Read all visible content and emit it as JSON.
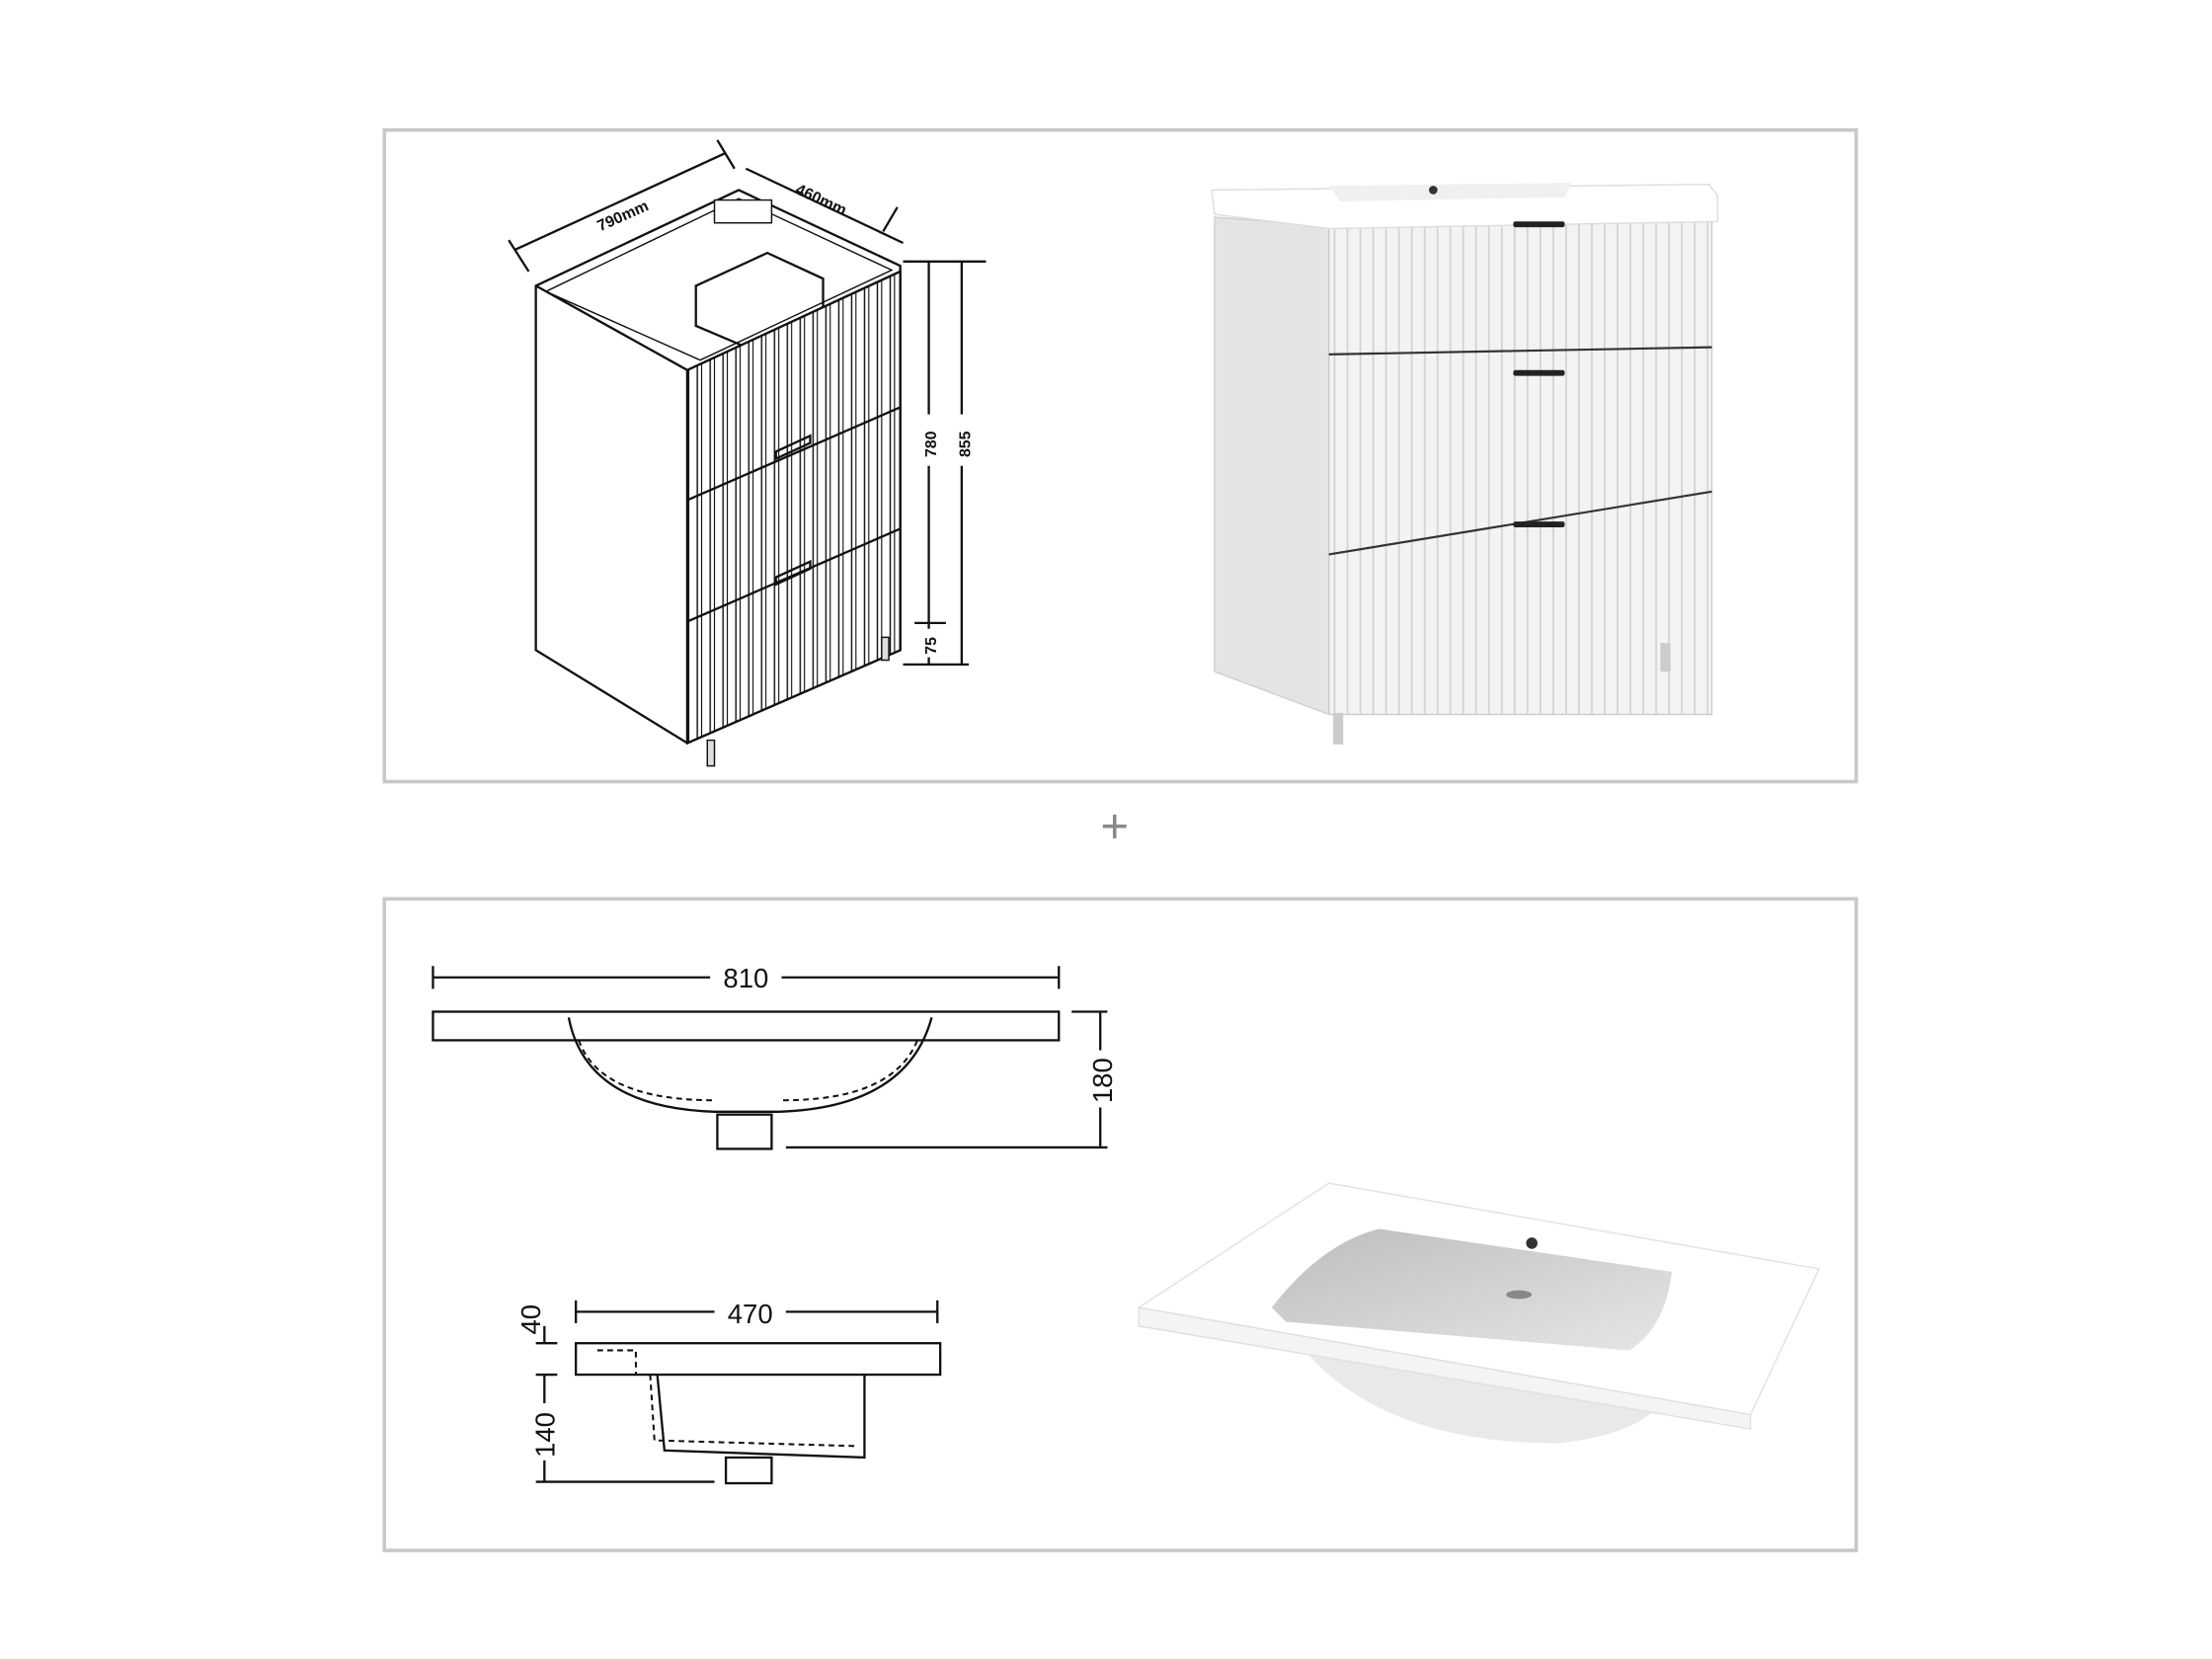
{
  "cabinet_drawing": {
    "width_label": "790mm",
    "depth_label": "460mm",
    "body_height_label": "780",
    "total_height_label": "855",
    "leg_height_label": "75"
  },
  "separator": "+",
  "basin_drawing": {
    "width_label": "810",
    "height_label": "180",
    "depth_label": "470",
    "top_thickness_label": "40",
    "bowl_depth_label": "140"
  },
  "colors": {
    "frame": "#c8c8c8",
    "line": "#111111",
    "cabinet_white": "#f2f2f2"
  }
}
